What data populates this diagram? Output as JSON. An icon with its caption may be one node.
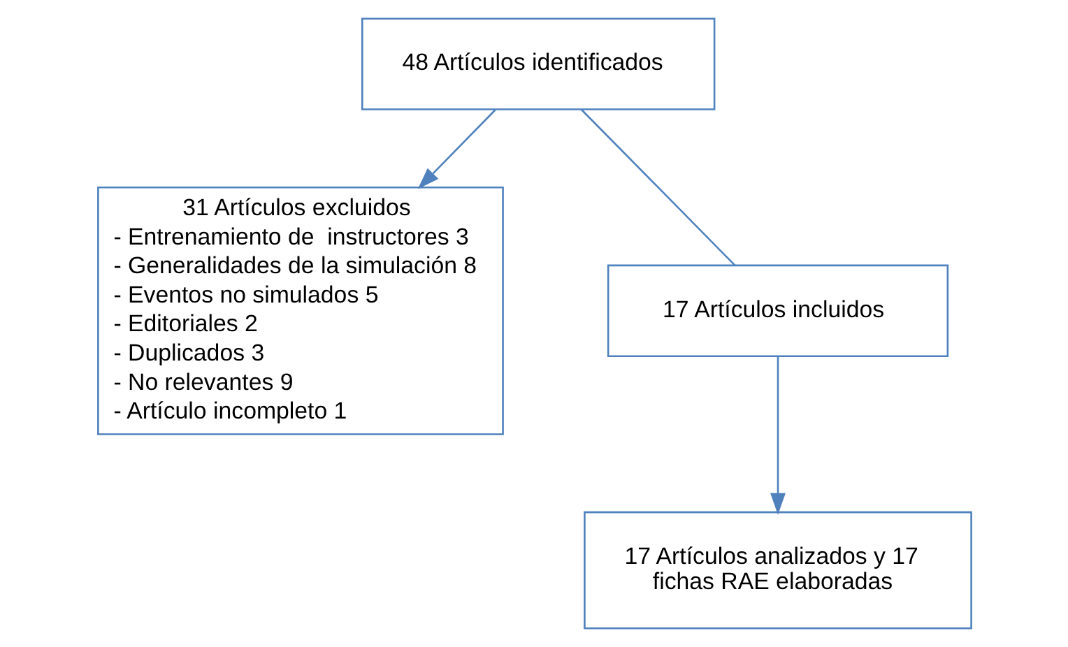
{
  "diagram": {
    "nodes": [
      {
        "text": [
          "48 Artículos identificados"
        ]
      },
      {
        "text": [
          "31 Artículos excluidos",
          "- Entrenamiento de  instructores 3",
          "- Generalidades de la simulación 8",
          "- Eventos no simulados 5",
          "- Editoriales 2",
          "- Duplicados 3",
          "- No relevantes 9",
          "- Artículo incompleto 1"
        ]
      },
      {
        "text": [
          "17 Artículos incluidos"
        ]
      },
      {
        "text": [
          "17 Artículos analizados y 17 fichas RAE elaboradas"
        ]
      }
    ],
    "edges": [
      {
        "from": 0,
        "to": 2,
        "arrow": "none"
      },
      {
        "from": 0,
        "to": 1,
        "arrow": "to"
      },
      {
        "from": 2,
        "to": 3,
        "arrow": "to"
      }
    ]
  }
}
